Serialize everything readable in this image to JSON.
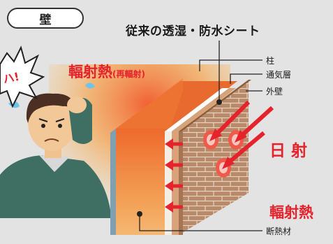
{
  "section_label": "壁",
  "title": "従来の透湿・防水シート",
  "labels": {
    "pillar": "柱",
    "ventilation_layer": "通気層",
    "exterior_wall": "外壁",
    "insulation": "断熱材"
  },
  "radiant_heat_top": {
    "main": "輻射熱",
    "sub": "(再輻射)"
  },
  "sunlight": "日 射",
  "radiant_heat_bottom": "輻射熱",
  "exclamation": "ハ!",
  "colors": {
    "accent_red": "#e5232c",
    "background": "#e3e3e3",
    "text": "#1a1a1a"
  }
}
